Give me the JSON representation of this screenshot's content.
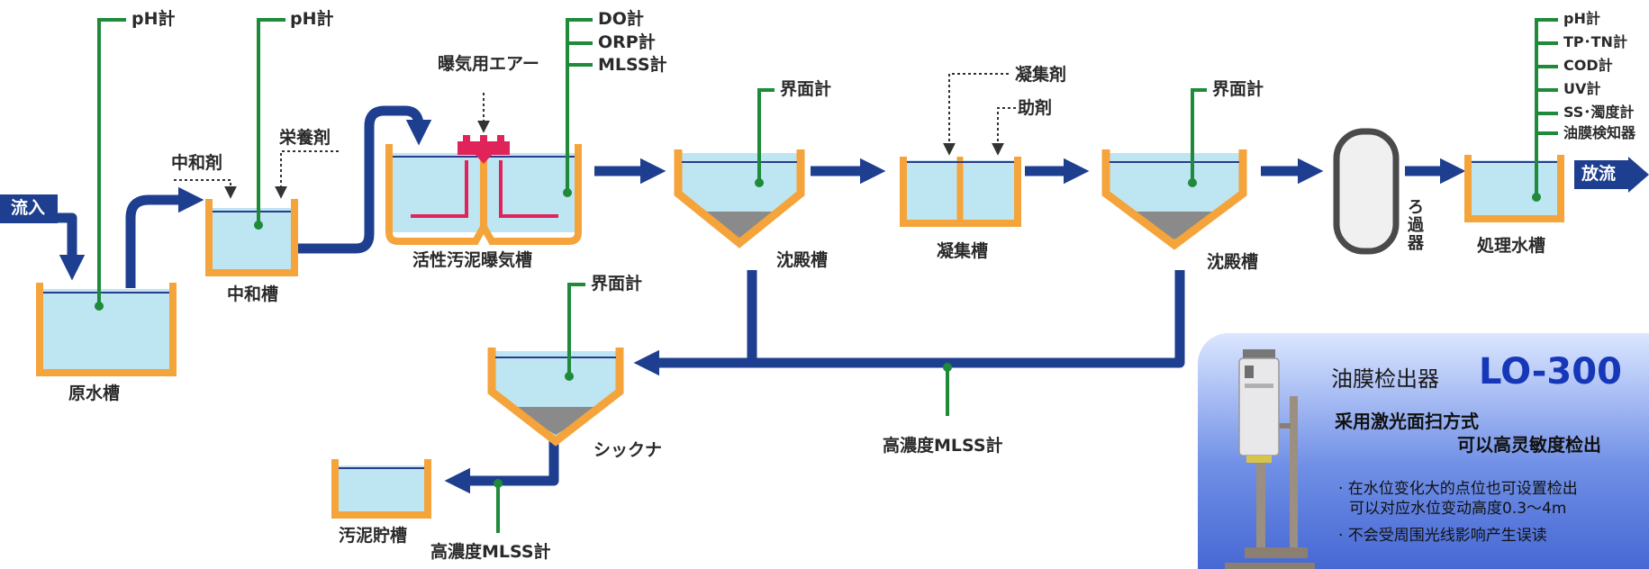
{
  "colors": {
    "tank_wall": "#f4a43a",
    "water": "#bde5f2",
    "pipe": "#1e3f8f",
    "sensor": "#1e8a3a",
    "sludge": "#8a8a8a",
    "aeration": "#e0245a",
    "panel_dark": "#4465d2",
    "highlight": "#1637b8"
  },
  "tanks": {
    "raw": "原水槽",
    "neutral": "中和槽",
    "aeration": "活性汚泥曝気槽",
    "settle1": "沈殿槽",
    "coag": "凝集槽",
    "settle2": "沈殿槽",
    "thickener": "シックナ",
    "sludge_store": "汚泥貯槽",
    "treated": "処理水槽",
    "filter": [
      "ろ",
      "過",
      "器"
    ]
  },
  "flows": {
    "inflow": "流入",
    "discharge": "放流"
  },
  "chemicals": {
    "neutralizer": "中和剤",
    "nutrient": "栄養剤",
    "aeration_air": "曝気用エアー",
    "coagulant": "凝集剤",
    "aid": "助剤"
  },
  "sensors": {
    "ph1": "pH計",
    "ph2": "pH計",
    "do": "DO計",
    "orp": "ORP計",
    "mlss": "MLSS計",
    "interface1": "界面計",
    "interface2": "界面計",
    "interface3": "界面計",
    "hc_mlss1": "高濃度MLSS計",
    "hc_mlss2": "高濃度MLSS計",
    "out_ph": "pH計",
    "out_tptn": "TP･TN計",
    "out_cod": "COD計",
    "out_uv": "UV計",
    "out_ss": "SS･濁度計",
    "out_oil": "油膜検知器"
  },
  "product": {
    "name": "油膜检出器",
    "model": "LO-300",
    "headline1": "采用激光面扫方式",
    "headline2": "可以高灵敏度检出",
    "bullet1": "· 在水位变化大的点位也可设置检出",
    "bullet1b": "可以对应水位变动高度0.3～4m",
    "bullet2": "· 不会受周围光线影响产生误读"
  }
}
